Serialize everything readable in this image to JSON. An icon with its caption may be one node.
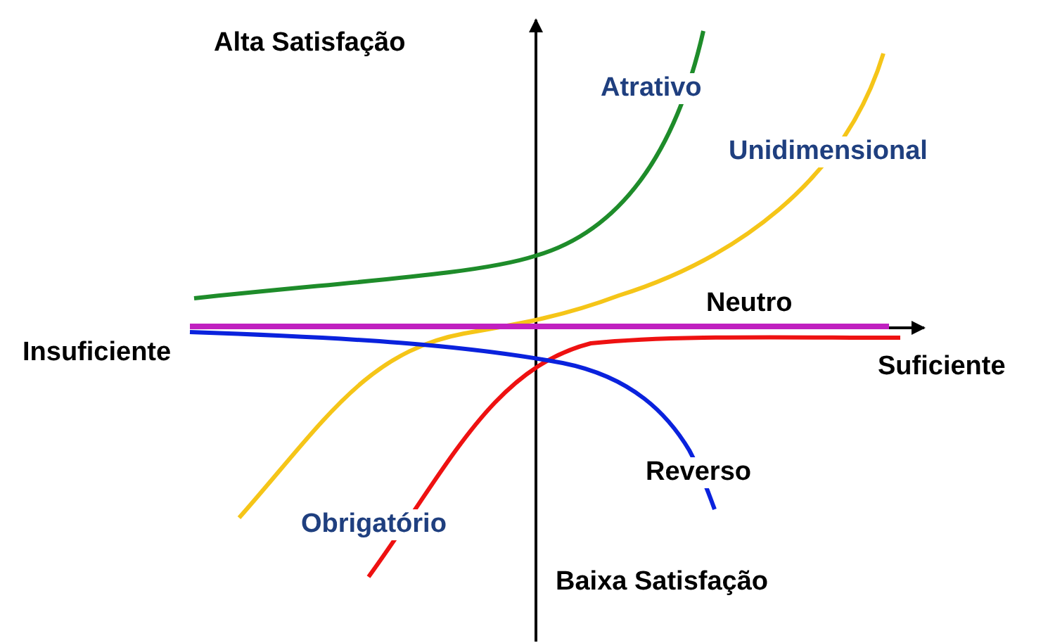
{
  "diagram": {
    "labels": [
      "Alta Satisfação",
      "Atrativo",
      "Unidimensional",
      "Neutro",
      "Insuficiente",
      "Suficiente",
      "Reverso",
      "Obrigatório",
      "Baixa Satisfação"
    ]
  }
}
